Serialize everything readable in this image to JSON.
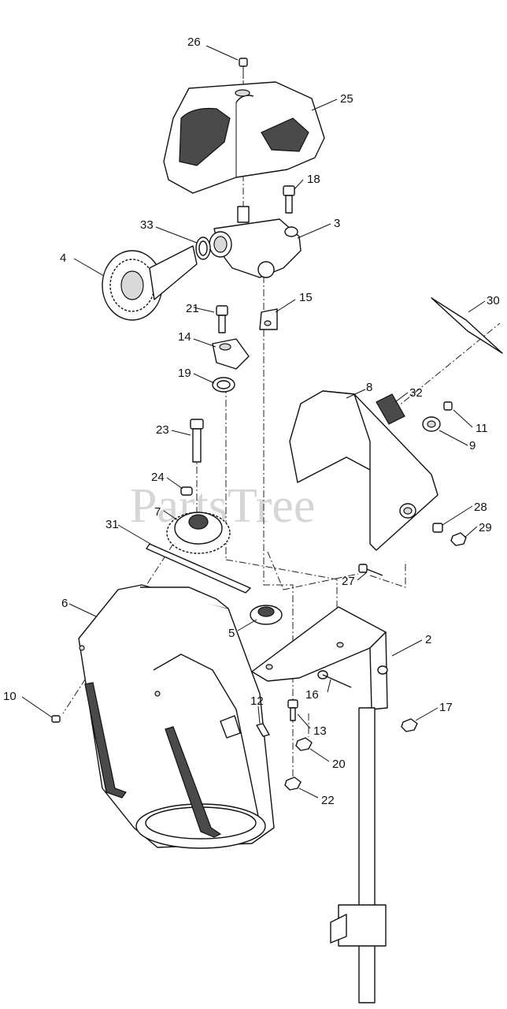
{
  "watermark": "PartsTree",
  "callouts": [
    {
      "id": "c26",
      "text": "26"
    },
    {
      "id": "c25",
      "text": "25"
    },
    {
      "id": "c18",
      "text": "18"
    },
    {
      "id": "c33",
      "text": "33"
    },
    {
      "id": "c3",
      "text": "3"
    },
    {
      "id": "c4",
      "text": "4"
    },
    {
      "id": "c15",
      "text": "15"
    },
    {
      "id": "c30",
      "text": "30"
    },
    {
      "id": "c21",
      "text": "21"
    },
    {
      "id": "c14",
      "text": "14"
    },
    {
      "id": "c19",
      "text": "19"
    },
    {
      "id": "c8",
      "text": "8"
    },
    {
      "id": "c32",
      "text": "32"
    },
    {
      "id": "c11",
      "text": "11"
    },
    {
      "id": "c9",
      "text": "9"
    },
    {
      "id": "c23",
      "text": "23"
    },
    {
      "id": "c24",
      "text": "24"
    },
    {
      "id": "c7",
      "text": "7"
    },
    {
      "id": "c31",
      "text": "31"
    },
    {
      "id": "c28",
      "text": "28"
    },
    {
      "id": "c29",
      "text": "29"
    },
    {
      "id": "c27",
      "text": "27"
    },
    {
      "id": "c6",
      "text": "6"
    },
    {
      "id": "c5",
      "text": "5"
    },
    {
      "id": "c2",
      "text": "2"
    },
    {
      "id": "c16",
      "text": "16"
    },
    {
      "id": "c17",
      "text": "17"
    },
    {
      "id": "c10",
      "text": "10"
    },
    {
      "id": "c12",
      "text": "12"
    },
    {
      "id": "c13",
      "text": "13"
    },
    {
      "id": "c20",
      "text": "20"
    },
    {
      "id": "c22",
      "text": "22"
    }
  ]
}
